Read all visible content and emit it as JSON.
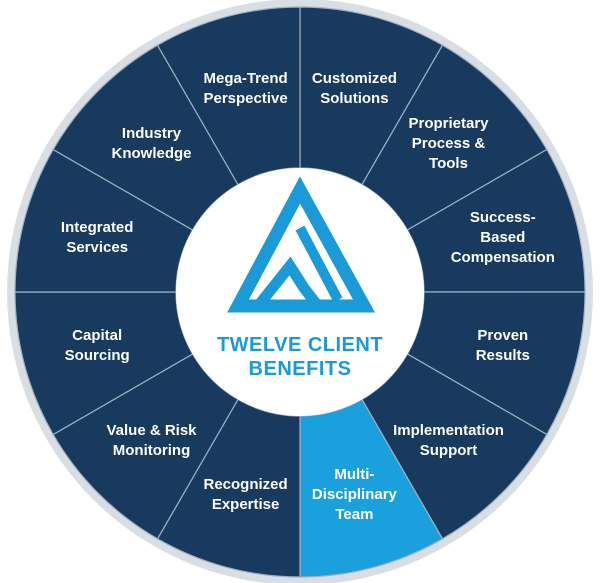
{
  "colors": {
    "segment": "#173a5e",
    "highlight": "#1aa0dc",
    "divider": "#9fb0c2",
    "rim": "#d9dee4",
    "center": "#ffffff",
    "logo": "#1a9ad6"
  },
  "center": {
    "title_line1": "TWELVE CLIENT",
    "title_line2": "BENEFITS",
    "logo_icon": "triangle-logo-icon"
  },
  "highlighted_index": 5,
  "segments": [
    {
      "id": "customized-solutions",
      "label": "Customized\nSolutions"
    },
    {
      "id": "proprietary-process-tools",
      "label": "Proprietary\nProcess &\nTools"
    },
    {
      "id": "success-based-compensation",
      "label": "Success-Based\nCompensation"
    },
    {
      "id": "proven-results",
      "label": "Proven\nResults"
    },
    {
      "id": "implementation-support",
      "label": "Implementation\nSupport"
    },
    {
      "id": "multi-disciplinary-team",
      "label": "Multi-\nDisciplinary\nTeam"
    },
    {
      "id": "recognized-expertise",
      "label": "Recognized\nExpertise"
    },
    {
      "id": "value-risk-monitoring",
      "label": "Value & Risk\nMonitoring"
    },
    {
      "id": "capital-sourcing",
      "label": "Capital\nSourcing"
    },
    {
      "id": "integrated-services",
      "label": "Integrated\nServices"
    },
    {
      "id": "industry-knowledge",
      "label": "Industry\nKnowledge"
    },
    {
      "id": "mega-trend-perspective",
      "label": "Mega-Trend\nPerspective"
    }
  ]
}
